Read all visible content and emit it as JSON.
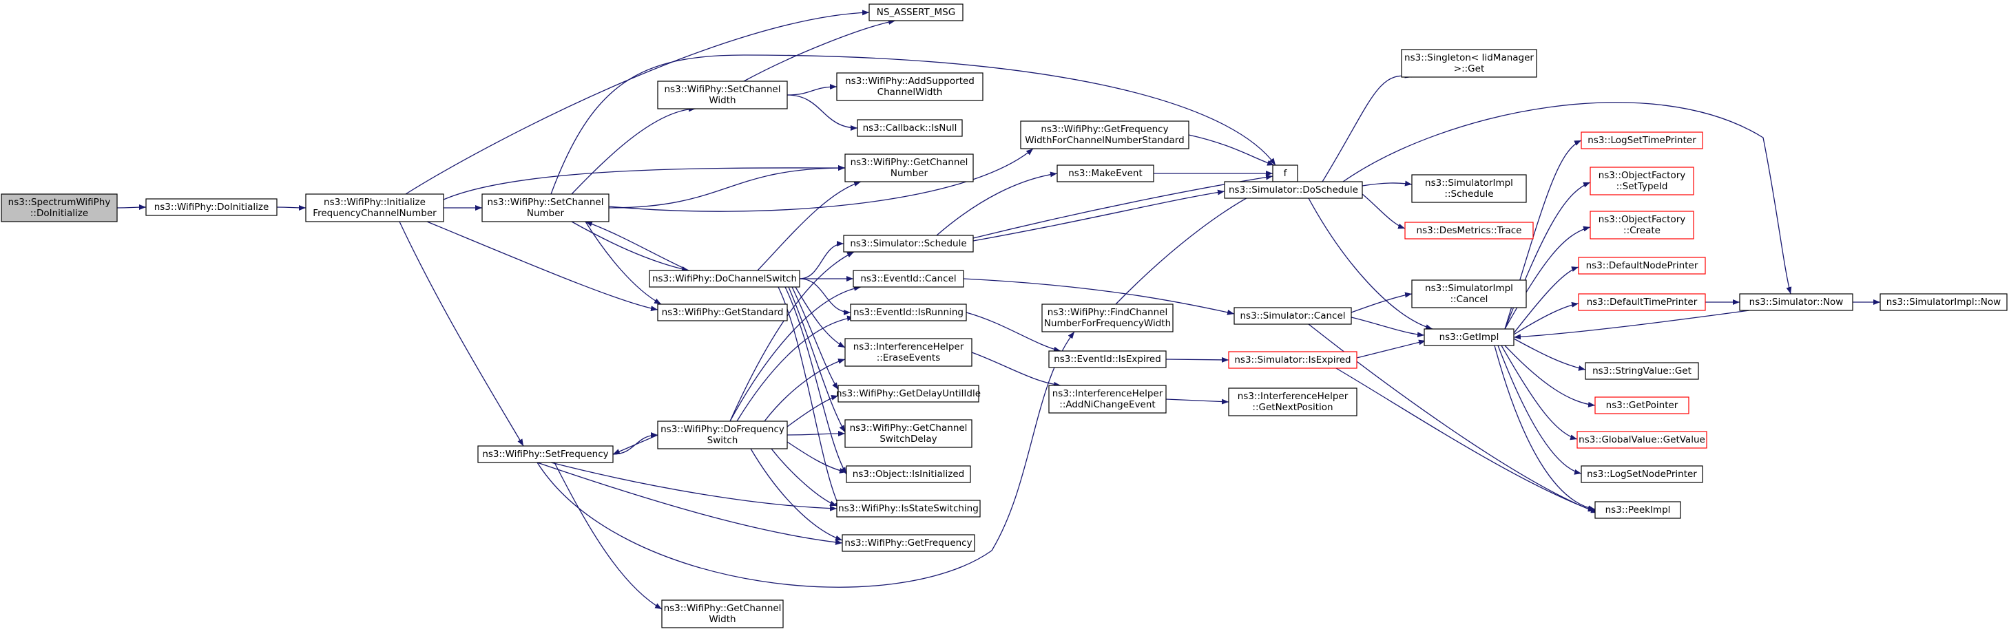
{
  "colors": {
    "edge": "#191970",
    "node_border": "#000000",
    "node_border_undocumented": "#ff0000",
    "root_fill": "#bfbfbf",
    "background": "#ffffff"
  },
  "nodes": [
    {
      "id": "spectrum_doinit",
      "label": [
        "ns3::SpectrumWifiPhy",
        "::DoInitialize"
      ],
      "style": "root"
    },
    {
      "id": "doinit",
      "label": [
        "ns3::WifiPhy::DoInitialize"
      ],
      "style": "normal"
    },
    {
      "id": "initfreq",
      "label": [
        "ns3::WifiPhy::Initialize",
        "FrequencyChannelNumber"
      ],
      "style": "normal"
    },
    {
      "id": "setchnum",
      "label": [
        "ns3::WifiPhy::SetChannel",
        "Number"
      ],
      "style": "normal"
    },
    {
      "id": "setfreq",
      "label": [
        "ns3::WifiPhy::SetFrequency"
      ],
      "style": "normal"
    },
    {
      "id": "setchwidth",
      "label": [
        "ns3::WifiPhy::SetChannel",
        "Width"
      ],
      "style": "normal"
    },
    {
      "id": "assert",
      "label": [
        "NS_ASSERT_MSG"
      ],
      "style": "normal"
    },
    {
      "id": "addsupp",
      "label": [
        "ns3::WifiPhy::AddSupported",
        "ChannelWidth"
      ],
      "style": "normal"
    },
    {
      "id": "isnull",
      "label": [
        "ns3::Callback::IsNull"
      ],
      "style": "normal"
    },
    {
      "id": "getchnum",
      "label": [
        "ns3::WifiPhy::GetChannel",
        "Number"
      ],
      "style": "normal"
    },
    {
      "id": "getstd",
      "label": [
        "ns3::WifiPhy::GetStandard"
      ],
      "style": "normal"
    },
    {
      "id": "dochsw",
      "label": [
        "ns3::WifiPhy::DoChannelSwitch"
      ],
      "style": "normal"
    },
    {
      "id": "dofreqsw",
      "label": [
        "ns3::WifiPhy::DoFrequency",
        "Switch"
      ],
      "style": "normal"
    },
    {
      "id": "getchwidth",
      "label": [
        "ns3::WifiPhy::GetChannel",
        "Width"
      ],
      "style": "normal"
    },
    {
      "id": "getfreqwidth",
      "label": [
        "ns3::WifiPhy::GetFrequency",
        "WidthForChannelNumberStandard"
      ],
      "style": "normal"
    },
    {
      "id": "makeevent",
      "label": [
        "ns3::MakeEvent"
      ],
      "style": "normal"
    },
    {
      "id": "schedule",
      "label": [
        "ns3::Simulator::Schedule"
      ],
      "style": "normal"
    },
    {
      "id": "evcancel",
      "label": [
        "ns3::EventId::Cancel"
      ],
      "style": "normal"
    },
    {
      "id": "evisrunning",
      "label": [
        "ns3::EventId::IsRunning"
      ],
      "style": "normal"
    },
    {
      "id": "ihearse",
      "label": [
        "ns3::InterferenceHelper",
        "::EraseEvents"
      ],
      "style": "normal"
    },
    {
      "id": "getdelay",
      "label": [
        "ns3::WifiPhy::GetDelayUntilIdle"
      ],
      "style": "normal"
    },
    {
      "id": "getchswdelay",
      "label": [
        "ns3::WifiPhy::GetChannel",
        "SwitchDelay"
      ],
      "style": "normal"
    },
    {
      "id": "isinit",
      "label": [
        "ns3::Object::IsInitialized"
      ],
      "style": "normal"
    },
    {
      "id": "isstatesw",
      "label": [
        "ns3::WifiPhy::IsStateSwitching"
      ],
      "style": "normal"
    },
    {
      "id": "getfreq",
      "label": [
        "ns3::WifiPhy::GetFrequency"
      ],
      "style": "normal"
    },
    {
      "id": "findch",
      "label": [
        "ns3::WifiPhy::FindChannel",
        "NumberForFrequencyWidth"
      ],
      "style": "normal"
    },
    {
      "id": "evisexpired",
      "label": [
        "ns3::EventId::IsExpired"
      ],
      "style": "normal"
    },
    {
      "id": "ihaddni",
      "label": [
        "ns3::InterferenceHelper",
        "::AddNiChangeEvent"
      ],
      "style": "normal"
    },
    {
      "id": "f",
      "label": [
        "f"
      ],
      "style": "normal"
    },
    {
      "id": "simdosched",
      "label": [
        "ns3::Simulator::DoSchedule"
      ],
      "style": "normal"
    },
    {
      "id": "simcancel",
      "label": [
        "ns3::Simulator::Cancel"
      ],
      "style": "normal"
    },
    {
      "id": "simisexpired",
      "label": [
        "ns3::Simulator::IsExpired"
      ],
      "style": "red"
    },
    {
      "id": "ihgetnext",
      "label": [
        "ns3::InterferenceHelper",
        "::GetNextPosition"
      ],
      "style": "normal"
    },
    {
      "id": "singleton",
      "label": [
        "ns3::Singleton< IidManager",
        " >::Get"
      ],
      "style": "normal"
    },
    {
      "id": "simimplsched",
      "label": [
        "ns3::SimulatorImpl",
        "::Schedule"
      ],
      "style": "normal"
    },
    {
      "id": "desmetrics",
      "label": [
        "ns3::DesMetrics::Trace"
      ],
      "style": "red"
    },
    {
      "id": "simimplcancel",
      "label": [
        "ns3::SimulatorImpl",
        "::Cancel"
      ],
      "style": "normal"
    },
    {
      "id": "getimpl",
      "label": [
        "ns3::GetImpl"
      ],
      "style": "normal"
    },
    {
      "id": "logsettime",
      "label": [
        "ns3::LogSetTimePrinter"
      ],
      "style": "red"
    },
    {
      "id": "objfactsettype",
      "label": [
        "ns3::ObjectFactory",
        "::SetTypeId"
      ],
      "style": "red"
    },
    {
      "id": "objfactcreate",
      "label": [
        "ns3::ObjectFactory",
        "::Create"
      ],
      "style": "red"
    },
    {
      "id": "defnodeprinter",
      "label": [
        "ns3::DefaultNodePrinter"
      ],
      "style": "red"
    },
    {
      "id": "deftimeprinter",
      "label": [
        "ns3::DefaultTimePrinter"
      ],
      "style": "red"
    },
    {
      "id": "strvalget",
      "label": [
        "ns3::StringValue::Get"
      ],
      "style": "normal"
    },
    {
      "id": "getpointer",
      "label": [
        "ns3::GetPointer"
      ],
      "style": "red"
    },
    {
      "id": "globalvalget",
      "label": [
        "ns3::GlobalValue::GetValue"
      ],
      "style": "red"
    },
    {
      "id": "logsetnode",
      "label": [
        "ns3::LogSetNodePrinter"
      ],
      "style": "normal"
    },
    {
      "id": "peekimpl",
      "label": [
        "ns3::PeekImpl"
      ],
      "style": "normal"
    },
    {
      "id": "simnow",
      "label": [
        "ns3::Simulator::Now"
      ],
      "style": "normal"
    },
    {
      "id": "simimplnow",
      "label": [
        "ns3::SimulatorImpl::Now"
      ],
      "style": "normal"
    }
  ],
  "edges": [
    [
      "spectrum_doinit",
      "doinit"
    ],
    [
      "doinit",
      "initfreq"
    ],
    [
      "initfreq",
      "assert"
    ],
    [
      "initfreq",
      "getchnum"
    ],
    [
      "initfreq",
      "setchnum"
    ],
    [
      "initfreq",
      "getstd"
    ],
    [
      "initfreq",
      "setfreq"
    ],
    [
      "setchnum",
      "f"
    ],
    [
      "setchnum",
      "setchwidth"
    ],
    [
      "setchnum",
      "getchnum"
    ],
    [
      "setchnum",
      "getfreqwidth"
    ],
    [
      "setchnum",
      "getstd"
    ],
    [
      "setchnum",
      "dochsw"
    ],
    [
      "setchwidth",
      "assert"
    ],
    [
      "setchwidth",
      "addsupp"
    ],
    [
      "setchwidth",
      "isnull"
    ],
    [
      "dochsw",
      "setchnum"
    ],
    [
      "dochsw",
      "getchnum"
    ],
    [
      "dochsw",
      "schedule"
    ],
    [
      "dochsw",
      "evcancel"
    ],
    [
      "dochsw",
      "evisrunning"
    ],
    [
      "dochsw",
      "ihearse"
    ],
    [
      "dochsw",
      "getdelay"
    ],
    [
      "dochsw",
      "getchswdelay"
    ],
    [
      "dochsw",
      "isinit"
    ],
    [
      "dochsw",
      "isstatesw"
    ],
    [
      "setfreq",
      "dofreqsw"
    ],
    [
      "setfreq",
      "getfreq"
    ],
    [
      "setfreq",
      "getchwidth"
    ],
    [
      "setfreq",
      "isstatesw"
    ],
    [
      "setfreq",
      "findch"
    ],
    [
      "dofreqsw",
      "setfreq"
    ],
    [
      "dofreqsw",
      "schedule"
    ],
    [
      "dofreqsw",
      "evcancel"
    ],
    [
      "dofreqsw",
      "evisrunning"
    ],
    [
      "dofreqsw",
      "ihearse"
    ],
    [
      "dofreqsw",
      "getdelay"
    ],
    [
      "dofreqsw",
      "getchswdelay"
    ],
    [
      "dofreqsw",
      "isinit"
    ],
    [
      "dofreqsw",
      "isstatesw"
    ],
    [
      "dofreqsw",
      "getfreq"
    ],
    [
      "getfreqwidth",
      "f"
    ],
    [
      "makeevent",
      "f"
    ],
    [
      "schedule",
      "makeevent"
    ],
    [
      "schedule",
      "f"
    ],
    [
      "schedule",
      "simdosched"
    ],
    [
      "evcancel",
      "simcancel"
    ],
    [
      "evisrunning",
      "evisexpired"
    ],
    [
      "ihearse",
      "ihaddni"
    ],
    [
      "findch",
      "f"
    ],
    [
      "evisexpired",
      "simisexpired"
    ],
    [
      "ihaddni",
      "ihgetnext"
    ],
    [
      "simdosched",
      "singleton"
    ],
    [
      "simdosched",
      "simimplsched"
    ],
    [
      "simdosched",
      "desmetrics"
    ],
    [
      "simdosched",
      "getimpl"
    ],
    [
      "simdosched",
      "simnow"
    ],
    [
      "simcancel",
      "simimplcancel"
    ],
    [
      "simcancel",
      "getimpl"
    ],
    [
      "simcancel",
      "peekimpl"
    ],
    [
      "simisexpired",
      "getimpl"
    ],
    [
      "simisexpired",
      "peekimpl"
    ],
    [
      "getimpl",
      "logsettime"
    ],
    [
      "getimpl",
      "objfactsettype"
    ],
    [
      "getimpl",
      "objfactcreate"
    ],
    [
      "getimpl",
      "defnodeprinter"
    ],
    [
      "getimpl",
      "deftimeprinter"
    ],
    [
      "getimpl",
      "strvalget"
    ],
    [
      "getimpl",
      "getpointer"
    ],
    [
      "getimpl",
      "globalvalget"
    ],
    [
      "getimpl",
      "logsetnode"
    ],
    [
      "getimpl",
      "peekimpl"
    ],
    [
      "deftimeprinter",
      "simnow"
    ],
    [
      "simnow",
      "getimpl"
    ],
    [
      "simnow",
      "simimplnow"
    ]
  ]
}
